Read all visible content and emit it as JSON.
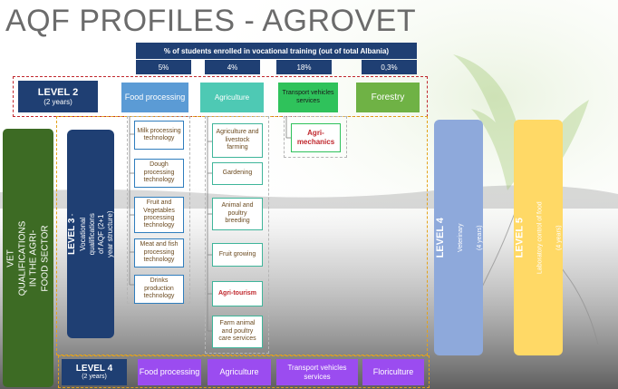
{
  "title": "AQF PROFILES - AGROVET",
  "stats": {
    "header": "% of students enrolled in vocational training (out of total Albania)",
    "values": [
      "5%",
      "4%",
      "18%",
      "0,3%"
    ]
  },
  "level2": {
    "label": "LEVEL 2",
    "duration": "(2 years)",
    "programs": [
      "Food processing",
      "Agriculture",
      "Transport vehicles services",
      "Forestry"
    ]
  },
  "side_label": "VET QUALIFICATIONS IN THE AGRI-FOOD SECTOR",
  "level3": {
    "label": "LEVEL 3",
    "desc": "- Vocational qualifications of AQF (2+1 year structure)",
    "food": [
      "Milk processing technology",
      "Dough processing technology",
      "Fruit and Vegetables processing technology",
      "Meat and fish processing technology",
      "Drinks production technology"
    ],
    "agri": [
      "Agriculture and livestock farming",
      "Gardening",
      "Animal and poultry breeding",
      "Fruit growing",
      "Agri-tourism",
      "Farm animal and poultry care services"
    ],
    "transport": [
      "Agri-mechanics"
    ]
  },
  "level4_side": {
    "label": "LEVEL 4",
    "sub": "Veterinary",
    "duration": "(4 years)"
  },
  "level5_side": {
    "label": "LEVEL 5",
    "sub": "Laboratory control of food",
    "duration": "(4 years)"
  },
  "level4_bottom": {
    "label": "LEVEL 4",
    "duration": "(2 years)",
    "programs": [
      "Food processing",
      "Agriculture",
      "Transport vehicles services",
      "Floriculture"
    ]
  },
  "colors": {
    "navy": "#1f3f73",
    "teal": "#1d4e6e",
    "food_blue": "#5b9bd5",
    "agri_teal": "#4ec9b4",
    "transport_green": "#2fc25b",
    "forestry_green": "#6fb245",
    "purple": "#9b4cf0",
    "vet_blue": "#8ea9db",
    "lab_yellow": "#ffd966",
    "red_dash": "#c0272d",
    "gold_dash": "#e3a21a"
  }
}
